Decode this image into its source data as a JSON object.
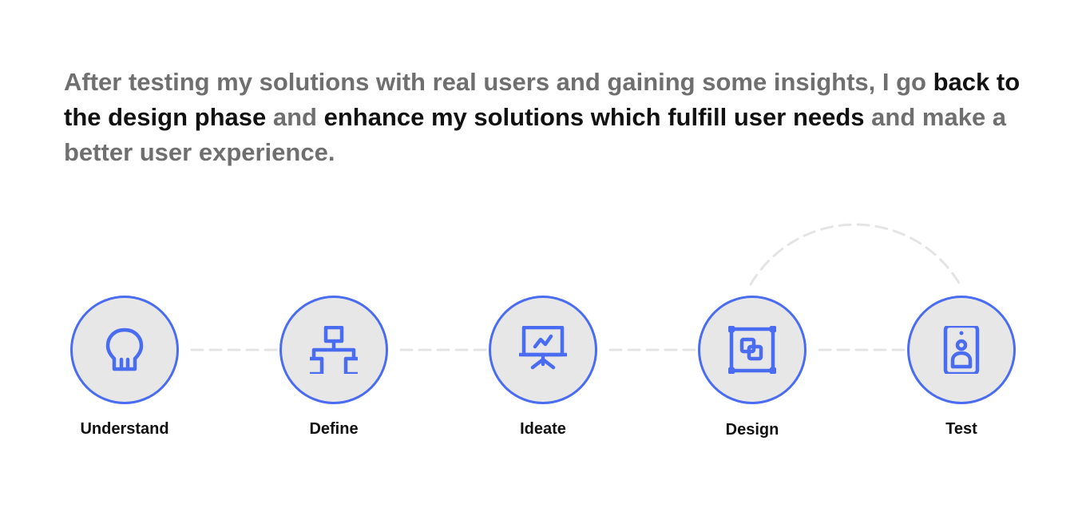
{
  "intro": {
    "part1": "After testing my solutions with real users and gaining some insights, I go ",
    "part2": "back to the design phase",
    "part3": " and ",
    "part4": "enhance my solutions which fulfill user needs",
    "part5": " and make a better user experience."
  },
  "steps": [
    {
      "label": "Understand",
      "icon": "lightbulb-icon"
    },
    {
      "label": "Define",
      "icon": "sitemap-icon"
    },
    {
      "label": "Ideate",
      "icon": "presentation-board-icon"
    },
    {
      "label": "Design",
      "icon": "vector-frame-icon"
    },
    {
      "label": "Test",
      "icon": "mobile-user-icon"
    }
  ],
  "colors": {
    "accent": "#4a6cf0",
    "circle_fill": "#e7e7e7",
    "connector": "#e4e4e4",
    "text_strong": "#111111",
    "text_muted": "#6f6f6f"
  }
}
